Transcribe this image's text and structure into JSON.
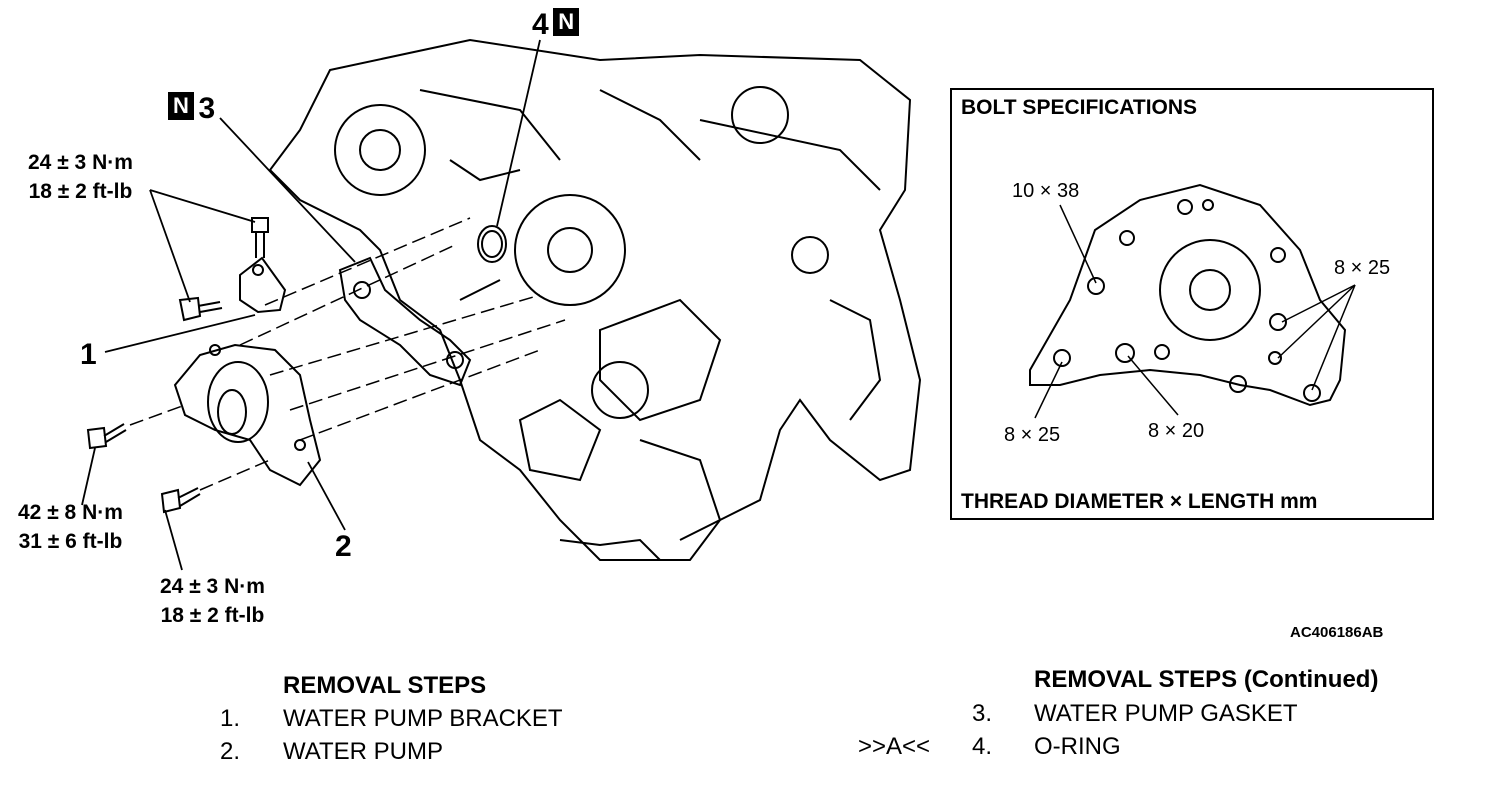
{
  "torque_labels": {
    "bracket_bolt": {
      "nm": "24 ± 3 N·m",
      "ftlb": "18 ± 2 ft-lb"
    },
    "pump_bolt_large": {
      "nm": "42 ± 8 N·m",
      "ftlb": "31 ± 6 ft-lb"
    },
    "pump_bolt_small": {
      "nm": "24 ± 3 N·m",
      "ftlb": "18 ± 2 ft-lb"
    }
  },
  "callouts": {
    "c1": "1",
    "c2": "2",
    "c3": "3",
    "c4": "4",
    "new_part_badge": "N"
  },
  "bolt_specifications": {
    "title": "BOLT SPECIFICATIONS",
    "labels": [
      "10 × 38",
      "8 × 25",
      "8 × 25",
      "8 × 20"
    ],
    "footer": "THREAD DIAMETER × LENGTH mm"
  },
  "figure_code": "AC406186AB",
  "removal_steps": {
    "heading": "REMOVAL STEPS",
    "items": [
      {
        "num": "1.",
        "text": "WATER PUMP BRACKET"
      },
      {
        "num": "2.",
        "text": "WATER PUMP"
      }
    ]
  },
  "removal_steps_continued": {
    "heading": "REMOVAL STEPS (Continued)",
    "items": [
      {
        "num": "3.",
        "text": "WATER PUMP GASKET",
        "marker": ""
      },
      {
        "num": "4.",
        "text": "O-RING",
        "marker": ">>A<<"
      }
    ]
  }
}
